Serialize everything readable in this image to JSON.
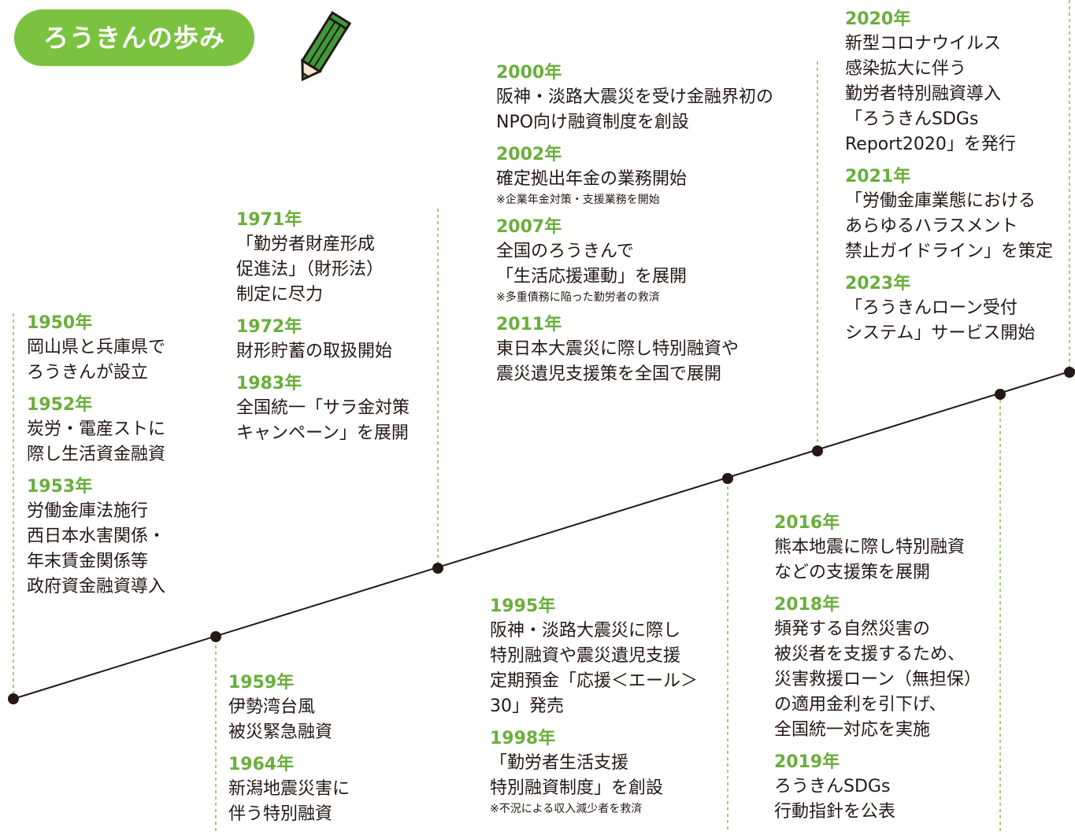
{
  "title": "ろうきんの歩み",
  "colors": {
    "accent": "#7cc241",
    "year_text": "#6aae3b",
    "line": "#231815",
    "guide": "#7cc241"
  },
  "icon": "pencil-icon",
  "groups": [
    {
      "events": [
        {
          "year": "1950年",
          "text": "岡山県と兵庫県で\nろうきんが設立"
        },
        {
          "year": "1952年",
          "text": "炭労・電産ストに\n際し生活資金融資"
        },
        {
          "year": "1953年",
          "text": "労働金庫法施行\n西日本水害関係・\n年末賃金関係等\n政府資金融資導入"
        }
      ]
    },
    {
      "events": [
        {
          "year": "1959年",
          "text": "伊勢湾台風\n被災緊急融資"
        },
        {
          "year": "1964年",
          "text": "新潟地震災害に\n伴う特別融資"
        }
      ]
    },
    {
      "events": [
        {
          "year": "1971年",
          "text": "「勤労者財産形成\n促進法」（財形法）\n制定に尽力"
        },
        {
          "year": "1972年",
          "text": "財形貯蓄の取扱開始"
        },
        {
          "year": "1983年",
          "text": "全国統一「サラ金対策\nキャンペーン」を展開"
        }
      ]
    },
    {
      "events": [
        {
          "year": "1995年",
          "text": "阪神・淡路大震災に際し\n特別融資や震災遺児支援\n定期預金「応援＜エール＞\n30」発売"
        },
        {
          "year": "1998年",
          "text": "「勤労者生活支援\n特別融資制度」を創設",
          "note": "※不況による収入減少者を救済"
        }
      ]
    },
    {
      "events": [
        {
          "year": "2000年",
          "text": "阪神・淡路大震災を受け金融界初の\nNPO向け融資制度を創設"
        },
        {
          "year": "2002年",
          "text": "確定拠出年金の業務開始",
          "note": "※企業年金対策・支援業務を開始"
        },
        {
          "year": "2007年",
          "text": "全国のろうきんで\n「生活応援運動」を展開",
          "note": "※多重債務に陥った勤労者の救済"
        },
        {
          "year": "2011年",
          "text": "東日本大震災に際し特別融資や\n震災遺児支援策を全国で展開"
        }
      ]
    },
    {
      "events": [
        {
          "year": "2016年",
          "text": "熊本地震に際し特別融資\nなどの支援策を展開"
        },
        {
          "year": "2018年",
          "text": "頻発する自然災害の\n被災者を支援するため、\n災害救援ローン（無担保）\nの適用金利を引下げ、\n全国統一対応を実施"
        },
        {
          "year": "2019年",
          "text": "ろうきんSDGs\n行動指針を公表"
        }
      ]
    },
    {
      "events": [
        {
          "year": "2020年",
          "text": "新型コロナウイルス\n感染拡大に伴う\n勤労者特別融資導入\n「ろうきんSDGs\nReport2020」を発行"
        },
        {
          "year": "2021年",
          "text": "「労働金庫業態における\nあらゆるハラスメント\n禁止ガイドライン」を策定"
        },
        {
          "year": "2023年",
          "text": "「ろうきんローン受付\nシステム」サービス開始"
        }
      ]
    }
  ]
}
